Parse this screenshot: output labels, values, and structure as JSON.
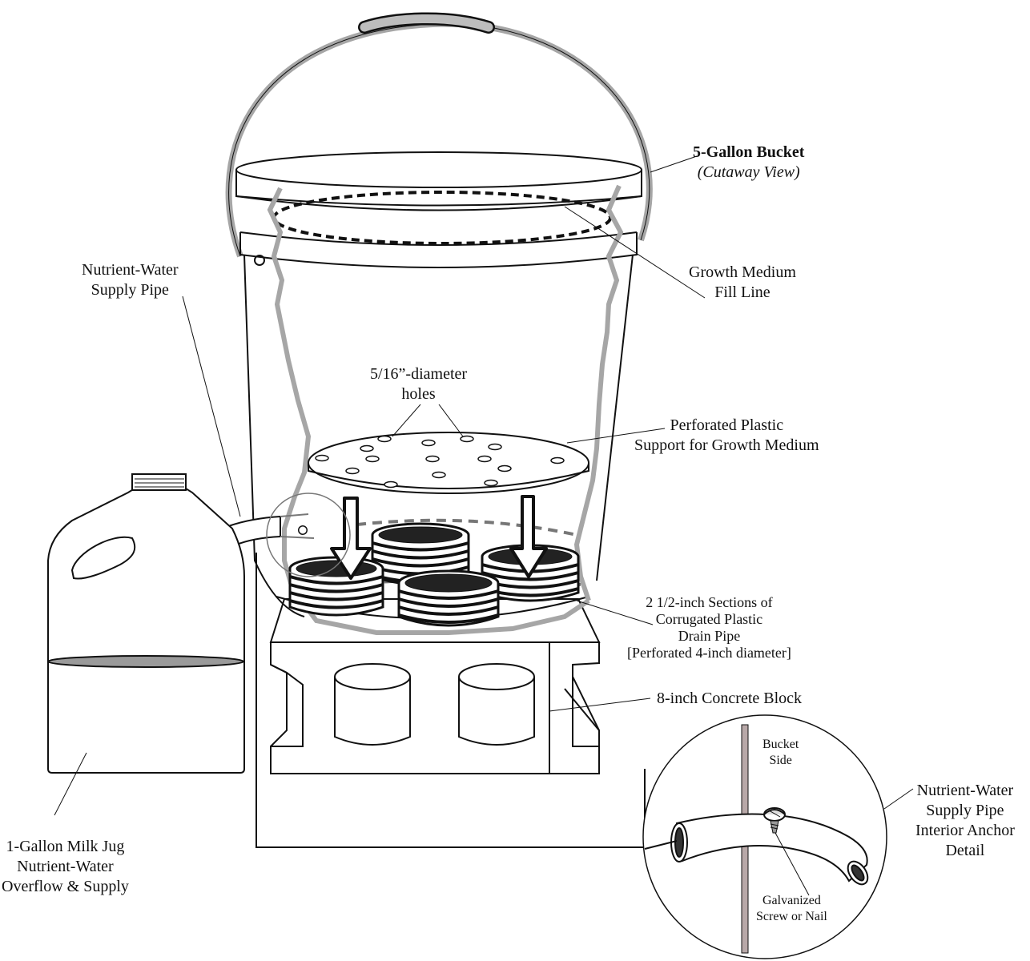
{
  "labels": {
    "bucket": {
      "title": "5-Gallon Bucket",
      "subtitle": "(Cutaway View)"
    },
    "fill_line": {
      "line1": "Growth Medium",
      "line2": "Fill Line"
    },
    "supply_pipe": {
      "line1": "Nutrient-Water",
      "line2": "Supply Pipe"
    },
    "holes": {
      "line1": "5/16”-diameter",
      "line2": "holes"
    },
    "support": {
      "line1": "Perforated Plastic",
      "line2": "Support for Growth Medium"
    },
    "drain": {
      "line1": "2 1/2-inch Sections of",
      "line2": "Corrugated Plastic",
      "line3": "Drain Pipe",
      "line4": "[Perforated 4-inch diameter]"
    },
    "block": {
      "text": "8-inch Concrete Block"
    },
    "bucket_side": {
      "line1": "Bucket",
      "line2": "Side"
    },
    "screw": {
      "line1": "Galvanized",
      "line2": "Screw or Nail"
    },
    "anchor_detail": {
      "line1": "Nutrient-Water",
      "line2": "Supply Pipe",
      "line3": "Interior Anchor",
      "line4": "Detail"
    },
    "jug": {
      "line1": "1-Gallon Milk Jug",
      "line2": "Nutrient-Water",
      "line3": "Overflow & Supply"
    }
  },
  "colors": {
    "line": "#111111",
    "cutaway": "#a6a6a6",
    "handle_grip": "#bdbdbd",
    "water_surface": "#9a9a9a",
    "nail": "#b8a8a8"
  }
}
